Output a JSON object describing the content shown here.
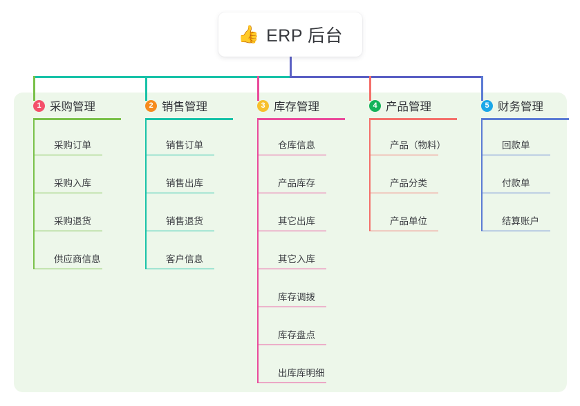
{
  "root": {
    "icon": "thumbs-up-icon",
    "icon_glyph": "👍",
    "title": "ERP 后台"
  },
  "theme": {
    "page_bg": "#ffffff",
    "board_bg": "#edf7ea",
    "card_bg": "#ffffff",
    "text": "#33353a",
    "root_stem": "#5b60c4"
  },
  "bus": {
    "left_color": "#19c2a8",
    "right_color": "#5b60c4"
  },
  "columns": [
    {
      "number": "1",
      "title": "采购管理",
      "badge_color": "#f4506b",
      "line_color": "#7ac14a",
      "drop_color": "#7ac14a",
      "items": [
        "采购订单",
        "采购入库",
        "采购退货",
        "供应商信息"
      ]
    },
    {
      "number": "2",
      "title": "销售管理",
      "badge_color": "#f68b1e",
      "line_color": "#19c2a8",
      "drop_color": "#19c2a8",
      "items": [
        "销售订单",
        "销售出库",
        "销售退货",
        "客户信息"
      ]
    },
    {
      "number": "3",
      "title": "库存管理",
      "badge_color": "#f7c02d",
      "line_color": "#ea4b9b",
      "drop_color": "#ea4b9b",
      "items": [
        "仓库信息",
        "产品库存",
        "其它出库",
        "其它入库",
        "库存调拨",
        "库存盘点",
        "出库库明细"
      ]
    },
    {
      "number": "4",
      "title": "产品管理",
      "badge_color": "#14b35a",
      "line_color": "#f4706b",
      "drop_color": "#f4706b",
      "items": [
        "产品（物料）",
        "产品分类",
        "产品单位"
      ]
    },
    {
      "number": "5",
      "title": "财务管理",
      "badge_color": "#1ba7e8",
      "line_color": "#5b7bd4",
      "drop_color": "#5b7bd4",
      "items": [
        "回款单",
        "付款单",
        "结算账户"
      ]
    }
  ]
}
